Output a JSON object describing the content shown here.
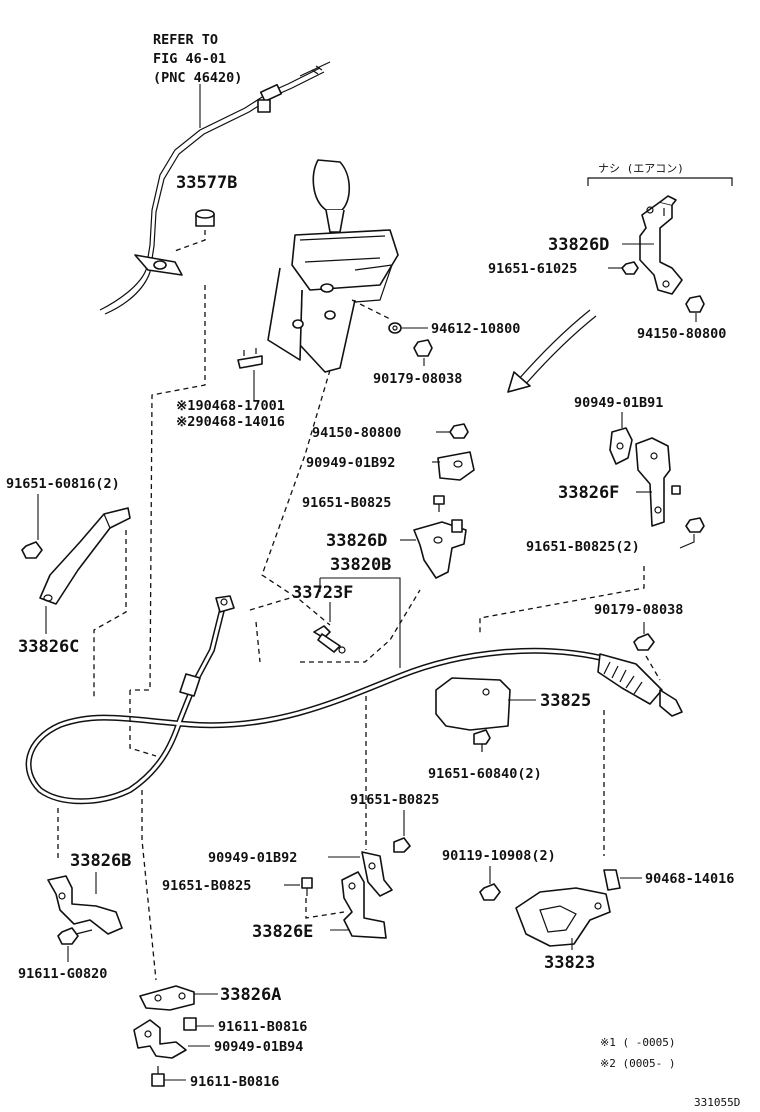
{
  "refer_note": [
    "REFER TO",
    "FIG 46-01",
    "(PNC 46420)"
  ],
  "nashi_note": "ナシ (エアコン)",
  "footnotes": {
    "note1": "※1 (      -0005)",
    "note2": "※2 (0005-      )"
  },
  "figure_code": "331055D",
  "labels": {
    "p33577B": "33577B",
    "p33826D_top": "33826D",
    "p91651_61025": "91651-61025",
    "p94150_80800_a": "94150-80800",
    "p94612_10800": "94612-10800",
    "p90179_08038_a": "90179-08038",
    "p90468_17001": "※190468-17001",
    "p90468_14016_a": "※290468-14016",
    "p94150_80800_b": "94150-80800",
    "p90949_01B92_a": "90949-01B92",
    "p91651_B0825_a": "91651-B0825",
    "p33826D_mid": "33826D",
    "p33820B": "33820B",
    "p33723F": "33723F",
    "p90949_01B91": "90949-01B91",
    "p33826F": "33826F",
    "p91651_B0825_2": "91651-B0825(2)",
    "p90179_08038_b": "90179-08038",
    "p91651_60816_2": "91651-60816(2)",
    "p33826C": "33826C",
    "p33825": "33825",
    "p91651_60840_2": "91651-60840(2)",
    "p91651_B0825_b": "91651-B0825",
    "p90949_01B92_b": "90949-01B92",
    "p91651_B0825_c": "91651-B0825",
    "p33826E": "33826E",
    "p90119_10908_2": "90119-10908(2)",
    "p90468_14016_b": "90468-14016",
    "p33823": "33823",
    "p33826B": "33826B",
    "p91611_G0820": "91611-G0820",
    "p33826A": "33826A",
    "p91611_B0816_a": "91611-B0816",
    "p90949_01B94": "90949-01B94",
    "p91611_B0816_b": "91611-B0816"
  }
}
